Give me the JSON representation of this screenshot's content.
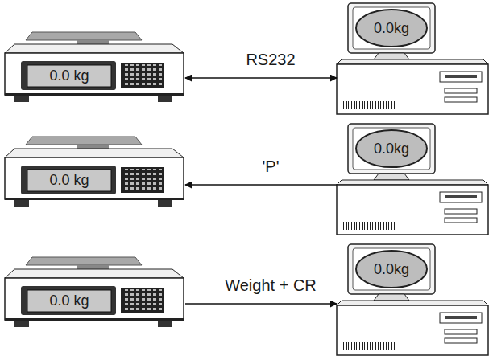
{
  "diagram": {
    "nodes": [
      {
        "text": [
          "0.0 kg"
        ]
      },
      {
        "text": [
          "0.0kg"
        ]
      },
      {
        "text": [
          "0.0 kg"
        ]
      },
      {
        "text": [
          "0.0kg"
        ]
      },
      {
        "text": [
          "0.0 kg"
        ]
      },
      {
        "text": [
          "0.0kg"
        ]
      }
    ],
    "edges": [
      {
        "from": 0,
        "to": 1,
        "arrow": "both",
        "label": "RS232"
      },
      {
        "from": 3,
        "to": 2,
        "arrow": "to",
        "label": "'P'"
      },
      {
        "from": 4,
        "to": 5,
        "arrow": "to",
        "label": "Weight + CR"
      }
    ]
  }
}
